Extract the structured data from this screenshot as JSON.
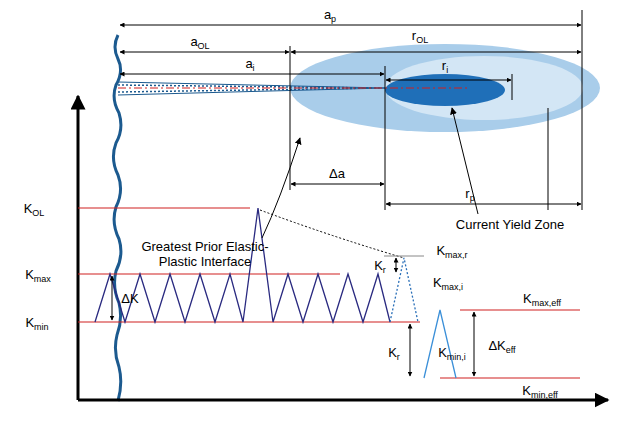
{
  "diagram": {
    "labels": [
      "ap",
      "aOL",
      "rOL",
      "ai",
      "ri",
      "Greatest Prior Elastic-Plastic Interface",
      "Current Yield Zone",
      "Δa",
      "rp",
      "KOL",
      "Kmax",
      "ΔK",
      "Kmin",
      "Kmax,r",
      "Kr",
      "Kmax,i",
      "Kmax,eff",
      "Kr",
      "Kmin,i",
      "ΔKeff",
      "Kmin,eff"
    ]
  }
}
